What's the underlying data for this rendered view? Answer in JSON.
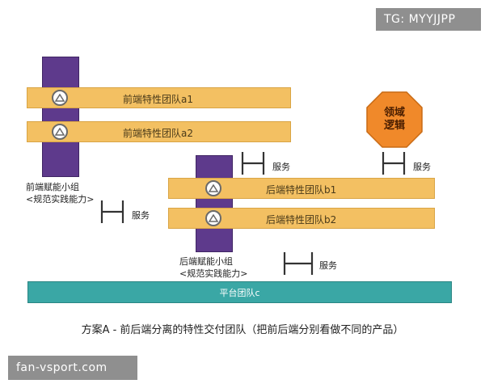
{
  "watermark_top": "TG: MYYJJPP",
  "watermark_bottom": "fan-vsport.com",
  "front_teams": [
    {
      "label": "前端特性团队a1"
    },
    {
      "label": "前端特性团队a2"
    }
  ],
  "back_teams": [
    {
      "label": "后端特性团队b1"
    },
    {
      "label": "后端特性团队b2"
    }
  ],
  "front_group_label": [
    "前端赋能小组",
    "<规范实践能力>"
  ],
  "back_group_label": [
    "后端赋能小组",
    "<规范实践能力>"
  ],
  "domain_logic": [
    "领域",
    "逻辑"
  ],
  "services": [
    "服务",
    "服务",
    "服务",
    "服务"
  ],
  "platform_label": "平台团队c",
  "caption": "方案A - 前后端分离的特性交付团队（把前后端分别看做不同的产品）",
  "colors": {
    "purple": "#5e3a8c",
    "orange_bar": "#f3c062",
    "platform": "#3aa7a5",
    "octagon": "#f0892a"
  }
}
